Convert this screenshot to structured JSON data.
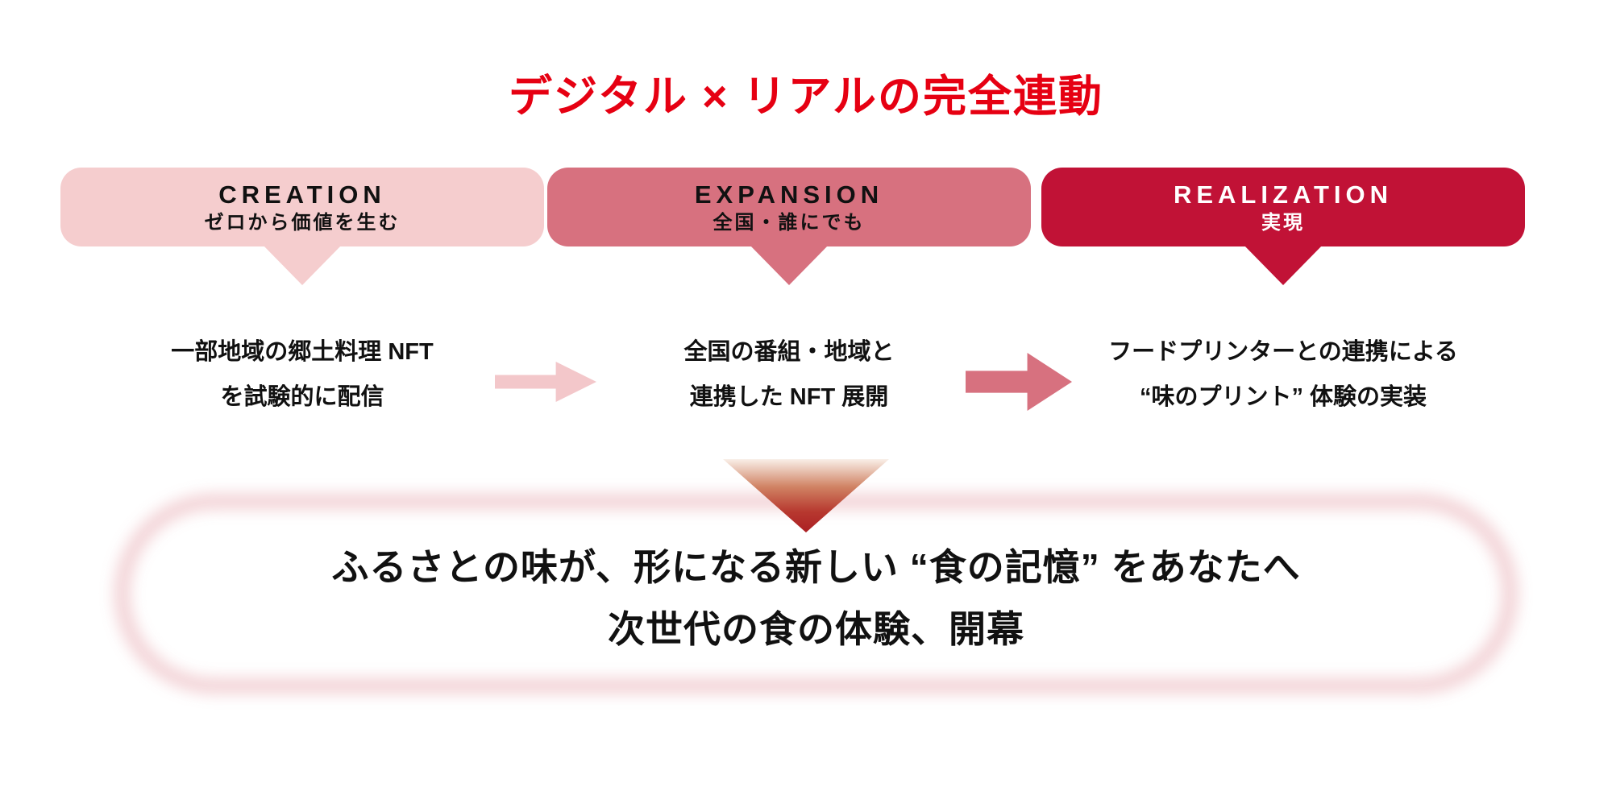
{
  "title": {
    "text": "デジタル × リアルの完全連動",
    "color": "#e60012"
  },
  "stages": [
    {
      "en": "CREATION",
      "jp": "ゼロから価値を生む",
      "bg": "#f5cdce",
      "text_color": "#111111",
      "desc": [
        "一部地域の郷土料理 NFT",
        "を試験的に配信"
      ]
    },
    {
      "en": "EXPANSION",
      "jp": "全国・誰にでも",
      "bg": "#d7717f",
      "text_color": "#111111",
      "desc": [
        "全国の番組・地域と",
        "連携した NFT 展開"
      ]
    },
    {
      "en": "REALIZATION",
      "jp": "実現",
      "bg": "#c11236",
      "text_color": "#ffffff",
      "desc": [
        "フードプリンターとの連携による",
        "“味のプリント” 体験の実装"
      ]
    }
  ],
  "arrows": [
    {
      "name": "arrow-1",
      "color": "#f3c7ca"
    },
    {
      "name": "arrow-2",
      "color": "#d7717f"
    }
  ],
  "flow_triangle": {
    "gradient_top": "#f9efe8",
    "gradient_bottom": "#ab1f23"
  },
  "conclusion": {
    "ring_color": "#e9b0b6",
    "lines": [
      "ふるさとの味が、形になる新しい “食の記憶” をあなたへ",
      "次世代の食の体験、開幕"
    ]
  }
}
